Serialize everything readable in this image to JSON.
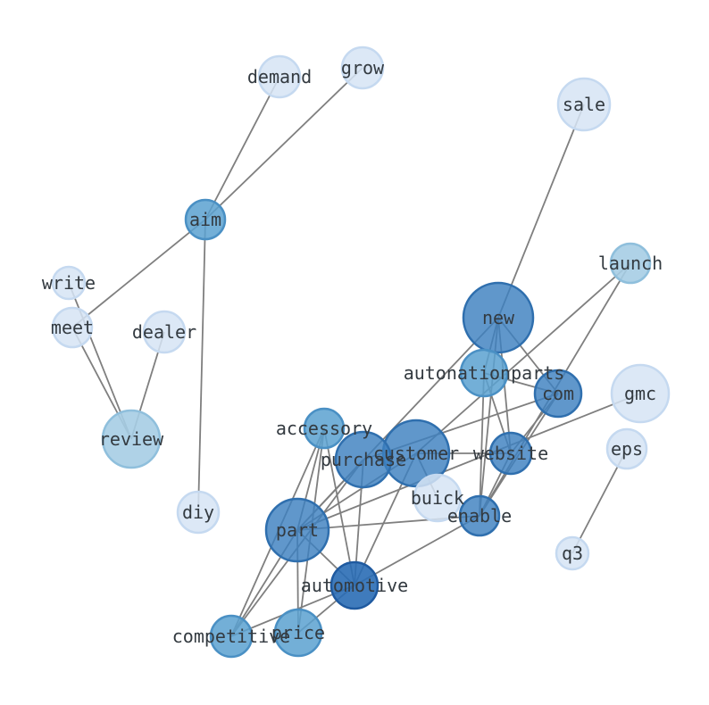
{
  "palette": {
    "c1": "#d6e4f5",
    "c2": "#a6cde4",
    "c3": "#5ba1d0",
    "c4": "#3d80bf",
    "c5": "#2a6db5",
    "stroke1": "#c5d9f0",
    "stroke2": "#8fbfdc",
    "stroke3": "#4a90c4",
    "stroke4": "#2f6fae",
    "stroke5": "#1f5aa0",
    "edge": "#7f7f7f"
  },
  "nodes": [
    {
      "id": "demand",
      "label": "demand",
      "level": 1
    },
    {
      "id": "grow",
      "label": "grow",
      "level": 1
    },
    {
      "id": "sale",
      "label": "sale",
      "level": 1
    },
    {
      "id": "aim",
      "label": "aim",
      "level": 3
    },
    {
      "id": "launch",
      "label": "launch",
      "level": 2
    },
    {
      "id": "write",
      "label": "write",
      "level": 1
    },
    {
      "id": "meet",
      "label": "meet",
      "level": 1
    },
    {
      "id": "dealer",
      "label": "dealer",
      "level": 1
    },
    {
      "id": "new",
      "label": "new",
      "level": 4
    },
    {
      "id": "autonationparts",
      "label": "autonationparts",
      "level": 3
    },
    {
      "id": "com",
      "label": "com",
      "level": 4
    },
    {
      "id": "gmc",
      "label": "gmc",
      "level": 1
    },
    {
      "id": "review",
      "label": "review",
      "level": 2
    },
    {
      "id": "accessory",
      "label": "accessory",
      "level": 3
    },
    {
      "id": "customer",
      "label": "customer",
      "level": 4
    },
    {
      "id": "purchase",
      "label": "purchase",
      "level": 4
    },
    {
      "id": "website",
      "label": "website",
      "level": 4
    },
    {
      "id": "eps",
      "label": "eps",
      "level": 1
    },
    {
      "id": "buick",
      "label": "buick",
      "level": 1
    },
    {
      "id": "enable",
      "label": "enable",
      "level": 4
    },
    {
      "id": "diy",
      "label": "diy",
      "level": 1
    },
    {
      "id": "part",
      "label": "part",
      "level": 4
    },
    {
      "id": "q3",
      "label": "q3",
      "level": 1
    },
    {
      "id": "automotive",
      "label": "automotive",
      "level": 5
    },
    {
      "id": "competitive",
      "label": "competitive",
      "level": 3
    },
    {
      "id": "price",
      "label": "price",
      "level": 3
    }
  ],
  "edges": [
    [
      "aim",
      "demand"
    ],
    [
      "aim",
      "grow"
    ],
    [
      "aim",
      "meet"
    ],
    [
      "aim",
      "diy"
    ],
    [
      "write",
      "review"
    ],
    [
      "meet",
      "review"
    ],
    [
      "dealer",
      "review"
    ],
    [
      "sale",
      "new"
    ],
    [
      "new",
      "autonationparts"
    ],
    [
      "new",
      "com"
    ],
    [
      "new",
      "website"
    ],
    [
      "new",
      "enable"
    ],
    [
      "new",
      "part"
    ],
    [
      "autonationparts",
      "com"
    ],
    [
      "autonationparts",
      "website"
    ],
    [
      "autonationparts",
      "enable"
    ],
    [
      "launch",
      "customer"
    ],
    [
      "launch",
      "enable"
    ],
    [
      "com",
      "purchase"
    ],
    [
      "com",
      "enable"
    ],
    [
      "com",
      "website"
    ],
    [
      "customer",
      "part"
    ],
    [
      "customer",
      "website"
    ],
    [
      "customer",
      "buick"
    ],
    [
      "customer",
      "automotive"
    ],
    [
      "purchase",
      "part"
    ],
    [
      "purchase",
      "automotive"
    ],
    [
      "purchase",
      "competitive"
    ],
    [
      "accessory",
      "part"
    ],
    [
      "accessory",
      "automotive"
    ],
    [
      "accessory",
      "competitive"
    ],
    [
      "accessory",
      "price"
    ],
    [
      "gmc",
      "part"
    ],
    [
      "website",
      "enable"
    ],
    [
      "part",
      "enable"
    ],
    [
      "part",
      "automotive"
    ],
    [
      "part",
      "price"
    ],
    [
      "part",
      "competitive"
    ],
    [
      "automotive",
      "competitive"
    ],
    [
      "automotive",
      "price"
    ],
    [
      "automotive",
      "enable"
    ],
    [
      "eps",
      "q3"
    ]
  ]
}
